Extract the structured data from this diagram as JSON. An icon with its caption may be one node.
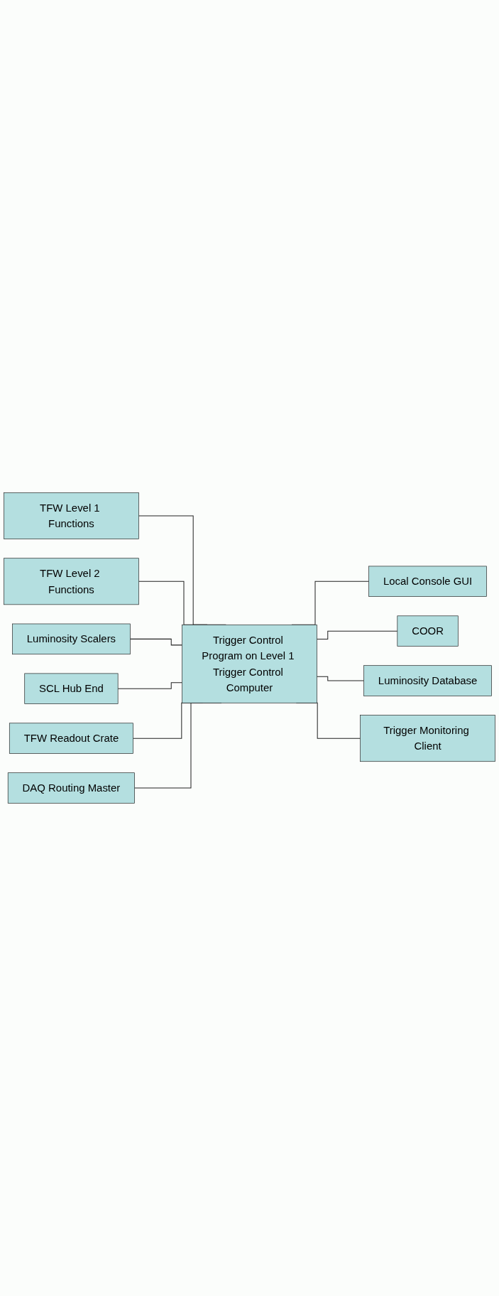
{
  "diagram": {
    "nodes": [
      {
        "text": [
          "TFW Level 1 Functions"
        ]
      },
      {
        "text": [
          "TFW Level 2 Functions"
        ]
      },
      {
        "text": [
          "Luminosity Scalers"
        ]
      },
      {
        "text": [
          "SCL Hub End"
        ]
      },
      {
        "text": [
          "TFW Readout Crate"
        ]
      },
      {
        "text": [
          "DAQ Routing Master"
        ]
      },
      {
        "text": [
          "Trigger Control Program on Level 1 Trigger Control Computer"
        ]
      },
      {
        "text": [
          "Local Console GUI"
        ]
      },
      {
        "text": [
          "COOR"
        ]
      },
      {
        "text": [
          "Luminosity Database"
        ]
      },
      {
        "text": [
          "Trigger Monitoring Client"
        ]
      }
    ],
    "edges": [
      {
        "from": 0,
        "to": 6,
        "arrow": "none"
      },
      {
        "from": 1,
        "to": 6,
        "arrow": "none"
      },
      {
        "from": 2,
        "to": 6,
        "arrow": "none"
      },
      {
        "from": 3,
        "to": 6,
        "arrow": "none"
      },
      {
        "from": 4,
        "to": 6,
        "arrow": "none"
      },
      {
        "from": 5,
        "to": 6,
        "arrow": "none"
      },
      {
        "from": 6,
        "to": 7,
        "arrow": "none"
      },
      {
        "from": 6,
        "to": 8,
        "arrow": "none"
      },
      {
        "from": 6,
        "to": 9,
        "arrow": "none"
      },
      {
        "from": 6,
        "to": 10,
        "arrow": "none"
      }
    ]
  }
}
